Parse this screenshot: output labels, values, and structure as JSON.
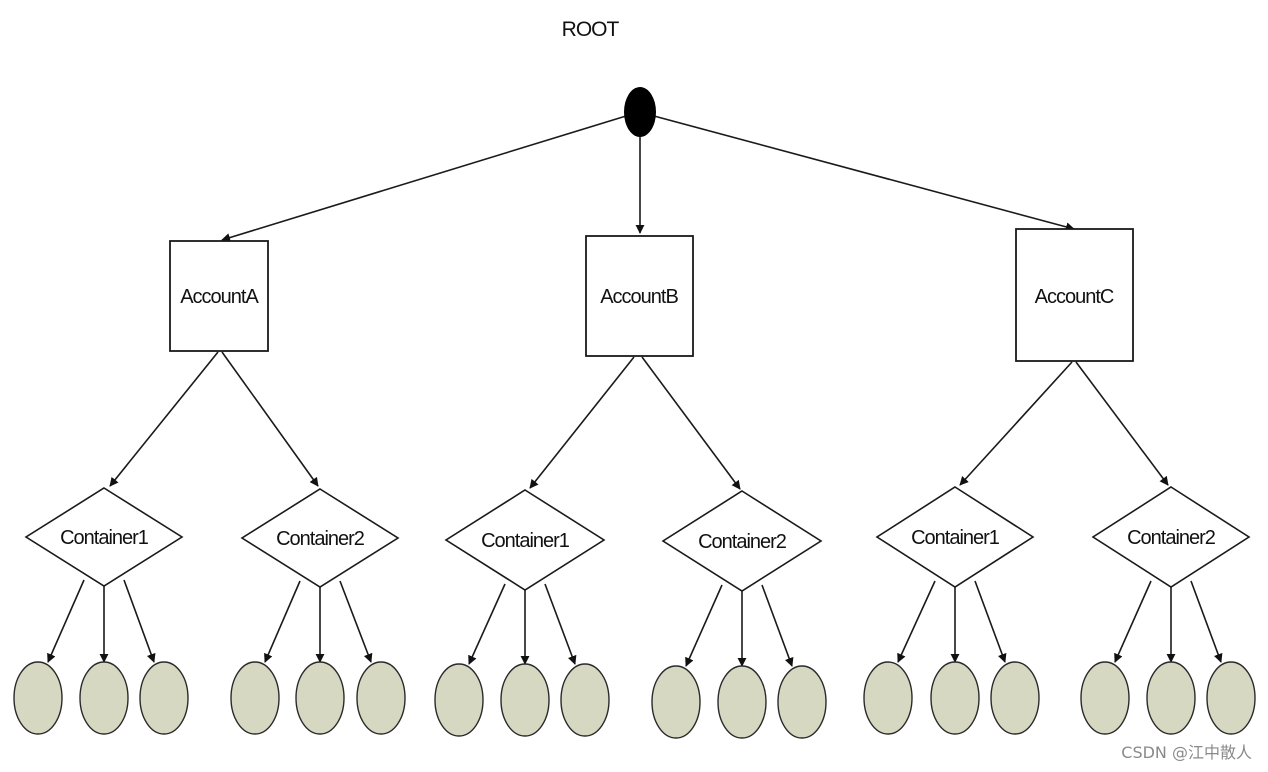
{
  "diagram": {
    "root": {
      "label": "ROOT"
    },
    "accounts": [
      {
        "label": "AccountA",
        "containers": [
          {
            "label": "Container1",
            "objects": 3
          },
          {
            "label": "Container2",
            "objects": 3
          }
        ]
      },
      {
        "label": "AccountB",
        "containers": [
          {
            "label": "Container1",
            "objects": 3
          },
          {
            "label": "Container2",
            "objects": 3
          }
        ]
      },
      {
        "label": "AccountC",
        "containers": [
          {
            "label": "Container1",
            "objects": 3
          },
          {
            "label": "Container2",
            "objects": 3
          }
        ]
      }
    ]
  },
  "watermark": "CSDN @江中散人",
  "colors": {
    "line": "#1a1a1a",
    "root_node": "#000000",
    "object_fill": "#d7d8c2",
    "background": "#ffffff"
  }
}
